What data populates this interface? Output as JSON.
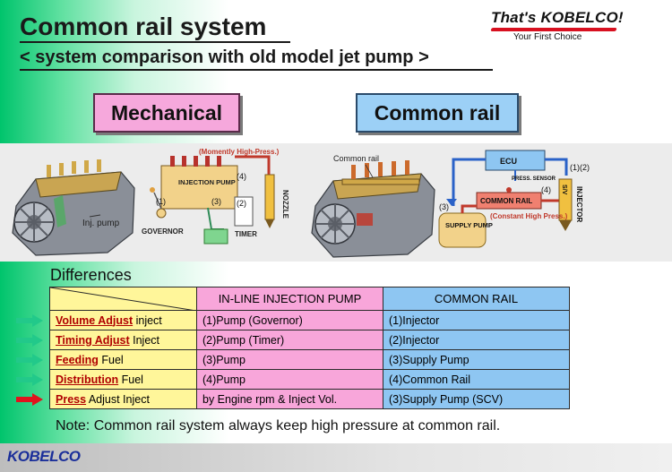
{
  "title": "Common rail system",
  "subtitle": "< system comparison with old model jet pump >",
  "brand": {
    "slogan": "That's KOBELCO!",
    "tagline": "Your First Choice",
    "footer_logo": "KOBELCO"
  },
  "sections": {
    "mechanical": "Mechanical",
    "common_rail": "Common rail"
  },
  "mech_diagram": {
    "inj_pump": "Inj. pump",
    "momently": "(Momently High-Press.)",
    "injection_pump": "INJECTION PUMP",
    "nozzle": "NOZZLE",
    "governor": "GOVERNOR",
    "timer": "TIMER",
    "n1": "(1)",
    "n2": "(2)",
    "n3": "(3)",
    "n4": "(4)"
  },
  "cr_diagram": {
    "common_rail_label": "Common rail",
    "ecu": "ECU",
    "press_sensor": "PRESS. SENSOR",
    "common_rail_box": "COMMON RAIL",
    "constant_high": "(Constant High Press.)",
    "supply_pump": "SUPPLY PUMP",
    "injector": "INJECTOR",
    "sv": "S/V",
    "n12": "(1)(2)",
    "n3": "(3)",
    "n4": "(4)"
  },
  "differences": {
    "label": "Differences",
    "col_inline": "IN-LINE INJECTION PUMP",
    "col_common": "COMMON RAIL",
    "rows": [
      {
        "kw": "Volume Adjust",
        "rest": " inject",
        "inline": "(1)Pump (Governor)",
        "common": "(1)Injector",
        "arrow": "#22c98a"
      },
      {
        "kw": "Timing Adjust",
        "rest": " Inject",
        "inline": "(2)Pump (Timer)",
        "common": "(2)Injector",
        "arrow": "#22c98a"
      },
      {
        "kw": "Feeding",
        "rest": " Fuel",
        "inline": "(3)Pump",
        "common": "(3)Supply Pump",
        "arrow": "#22c98a"
      },
      {
        "kw": "Distribution",
        "rest": " Fuel",
        "inline": "(4)Pump",
        "common": "(4)Common Rail",
        "arrow": "#22c98a"
      },
      {
        "kw": "Press",
        "rest": " Adjust Inject",
        "inline": "by Engine rpm & Inject Vol.",
        "common": "(3)Supply Pump (SCV)",
        "arrow": "#e0141e"
      }
    ]
  },
  "note": "Note: Common rail system always keep high pressure at common rail."
}
